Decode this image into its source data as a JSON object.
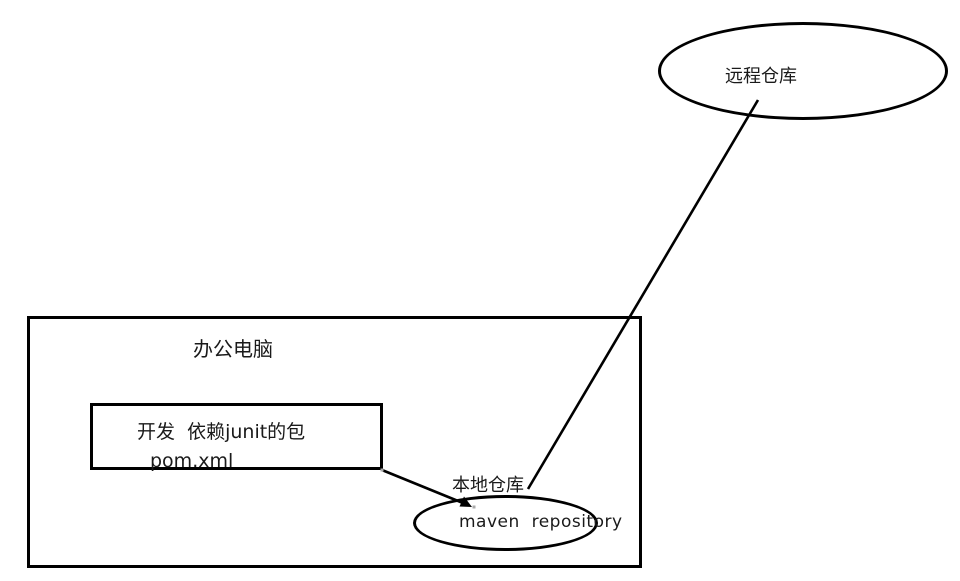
{
  "diagram": {
    "background_color": "#ffffff",
    "stroke_color": "#000000",
    "remote_repo": {
      "label": "远程仓库"
    },
    "office_computer": {
      "label": "办公电脑"
    },
    "dev_box": {
      "line1": "开发  依赖junit的包",
      "line2": "pom.xml"
    },
    "local_repo": {
      "label": "本地仓库",
      "sublabel": "maven  repository"
    }
  }
}
